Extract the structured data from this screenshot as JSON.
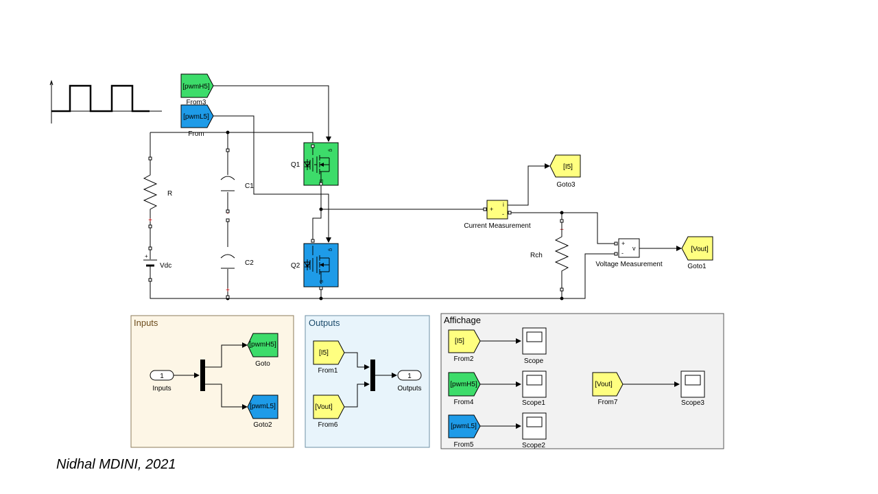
{
  "tags": {
    "from3": {
      "tag": "[pwmH5]",
      "name": "From3",
      "color": "#3ddc6a"
    },
    "from": {
      "tag": "[pwmL5]",
      "name": "From",
      "color": "#1e9be8"
    },
    "goto3": {
      "tag": "[I5]",
      "name": "Goto3",
      "color": "#ffff80"
    },
    "goto1": {
      "tag": "[Vout]",
      "name": "Goto1",
      "color": "#ffff80"
    }
  },
  "circuit": {
    "resistor_label": "R",
    "cap1_label": "C1",
    "cap2_label": "C2",
    "source_label": "Vdc",
    "q1_label": "Q1",
    "q2_label": "Q2",
    "load_label": "Rch",
    "q1_color": "#3ddc6a",
    "q2_color": "#1e9be8",
    "pin_g": "g",
    "pin_s": "S",
    "plus_sign": "+",
    "minus_sign": "-",
    "current_measurement": {
      "name": "Current Measurement",
      "out_port": "i",
      "in_plus": "+",
      "in_minus": "-"
    },
    "voltage_measurement": {
      "name": "Voltage Measurement",
      "out_port": "v",
      "in_plus": "+",
      "in_minus": "-"
    }
  },
  "inputs_area": {
    "title": "Inputs",
    "inport_number": "1",
    "inport_name": "Inputs",
    "goto_top": {
      "tag": "[pwmH5]",
      "name": "Goto"
    },
    "goto_bottom": {
      "tag": "[pwmL5]",
      "name": "Goto2"
    },
    "bg": "#fdf6e6"
  },
  "outputs_area": {
    "title": "Outputs",
    "from_top": {
      "tag": "[I5]",
      "name": "From1"
    },
    "from_bottom": {
      "tag": "[Vout]",
      "name": "From6"
    },
    "outport_number": "1",
    "outport_name": "Outputs",
    "bg": "#e8f4fb"
  },
  "display_area": {
    "title": "Affichage",
    "bg": "#f2f2f2",
    "rows": [
      {
        "tag": "[I5]",
        "from_name": "From2",
        "scope_name": "Scope",
        "color": "#ffff80"
      },
      {
        "tag": "[pwmH5]",
        "from_name": "From4",
        "scope_name": "Scope1",
        "color": "#3ddc6a"
      },
      {
        "tag": "[pwmL5]",
        "from_name": "From5",
        "scope_name": "Scope2",
        "color": "#1e9be8"
      }
    ],
    "vout": {
      "tag": "[Vout]",
      "from_name": "From7",
      "scope_name": "Scope3",
      "color": "#ffff80"
    }
  },
  "credit": "Nidhal MDINI, 2021"
}
